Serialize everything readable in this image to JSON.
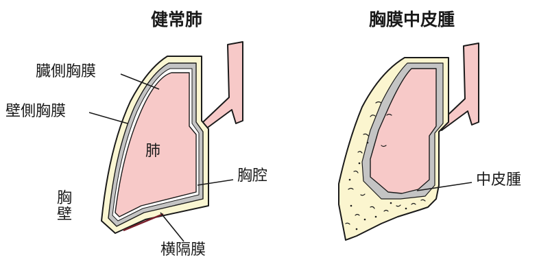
{
  "titles": {
    "healthy": "健常肺",
    "mesothelioma": "胸膜中皮腫"
  },
  "labels": {
    "visceral_pleura": "臓側胸膜",
    "parietal_pleura": "壁側胸膜",
    "chest_wall": "胸壁",
    "lung": "肺",
    "pleural_cavity": "胸腔",
    "diaphragm": "横隔膜",
    "mesothelioma": "中皮腫"
  },
  "colors": {
    "lung_pink": "#f7c9c8",
    "pleura_gray": "#c4c4c4",
    "chest_wall_cream": "#faf6d2",
    "tumor_cream": "#fbf5cf",
    "diaphragm_dark": "#7a1f2b",
    "outline": "#1a1a1a"
  }
}
